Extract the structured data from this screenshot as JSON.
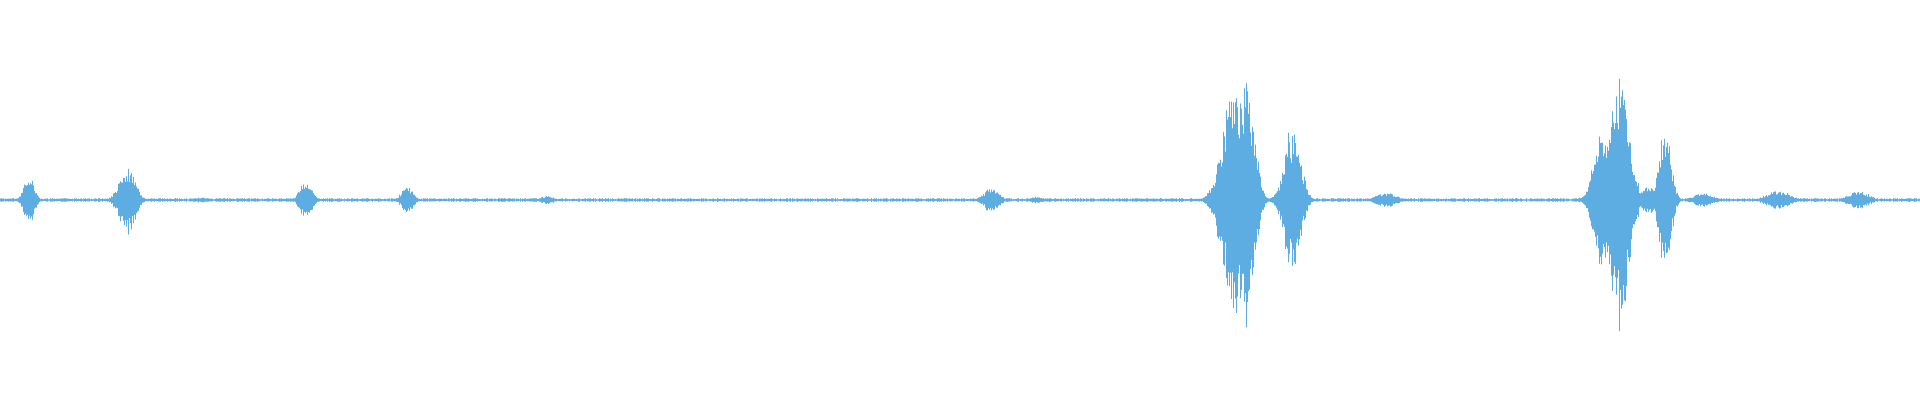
{
  "waveform": {
    "color": "#5dade2",
    "baseline_amplitude": 0.01,
    "events": [
      {
        "t": 0.015,
        "amp": 0.15,
        "width": 0.0025
      },
      {
        "t": 0.066,
        "amp": 0.18,
        "width": 0.004
      },
      {
        "t": 0.105,
        "amp": 0.015,
        "width": 0.004
      },
      {
        "t": 0.159,
        "amp": 0.1,
        "width": 0.003
      },
      {
        "t": 0.212,
        "amp": 0.07,
        "width": 0.003
      },
      {
        "t": 0.285,
        "amp": 0.025,
        "width": 0.003
      },
      {
        "t": 0.516,
        "amp": 0.065,
        "width": 0.004
      },
      {
        "t": 0.539,
        "amp": 0.02,
        "width": 0.003
      },
      {
        "t": 0.596,
        "amp": 0.01,
        "width": 0.006
      },
      {
        "t": 0.634,
        "amp": 0.02,
        "width": 0.004
      },
      {
        "t": 0.643,
        "amp": 0.62,
        "width": 0.006
      },
      {
        "t": 0.649,
        "amp": 0.68,
        "width": 0.004
      },
      {
        "t": 0.666,
        "amp": 0.04,
        "width": 0.003
      },
      {
        "t": 0.673,
        "amp": 0.4,
        "width": 0.004
      },
      {
        "t": 0.722,
        "amp": 0.04,
        "width": 0.005
      },
      {
        "t": 0.826,
        "amp": 0.02,
        "width": 0.004
      },
      {
        "t": 0.834,
        "amp": 0.4,
        "width": 0.004
      },
      {
        "t": 0.843,
        "amp": 0.68,
        "width": 0.005
      },
      {
        "t": 0.859,
        "amp": 0.08,
        "width": 0.004
      },
      {
        "t": 0.867,
        "amp": 0.4,
        "width": 0.003
      },
      {
        "t": 0.887,
        "amp": 0.04,
        "width": 0.005
      },
      {
        "t": 0.926,
        "amp": 0.05,
        "width": 0.006
      },
      {
        "t": 0.968,
        "amp": 0.05,
        "width": 0.005
      }
    ]
  }
}
